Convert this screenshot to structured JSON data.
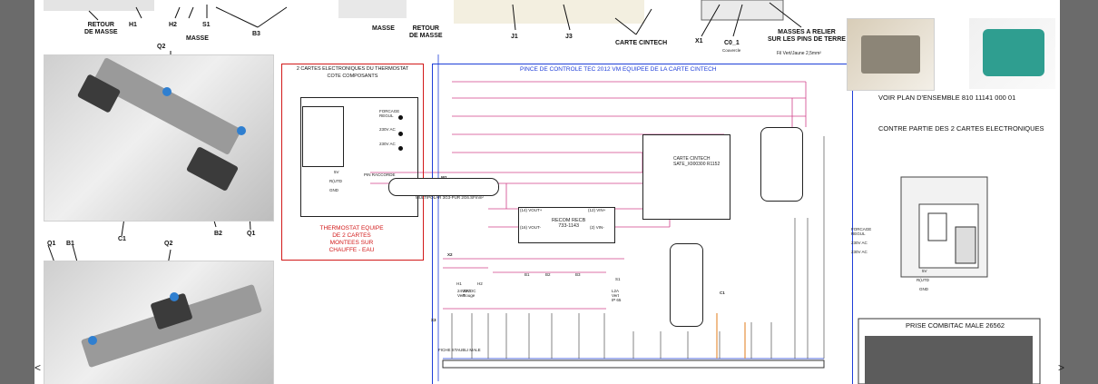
{
  "nav": {
    "prev_symbol": "<",
    "next_symbol": ">"
  },
  "top_labels": {
    "retour_masse_left": "RETOUR\nDE MASSE",
    "h1": "H1",
    "h2": "H2",
    "s1": "S1",
    "masse_left": "MASSE",
    "b3": "B3",
    "masse_mid": "MASSE",
    "retour_masse_mid": "RETOUR\nDE MASSE",
    "j1": "J1",
    "j3": "J3",
    "carte_cintech": "CARTE CINTECH",
    "x1": "X1",
    "c0_1": "C0_1",
    "couvercle": "Couvercle",
    "masses_relier": "MASSES A RELIER\nSUR LES PINS DE TERRE",
    "fil_vert": "Fil Vert/Jaune 2,5mm²"
  },
  "photo_labels": {
    "q2_top": "Q2",
    "b2": "B2",
    "q1_right": "Q1",
    "q1_left": "Q1",
    "b1": "B1",
    "c1": "C1",
    "q2_bottom": "Q2"
  },
  "thermostat": {
    "title": "2 CARTES ELECTRONIQUES DU THERMOSTAT\nCOTE COMPOSANTS",
    "forcage": "FORCAGE\nREGUL",
    "v230_1": "230V AC",
    "v230_2": "230V AC",
    "v5": "5V",
    "rutd": "R(UTD",
    "gnd": "GND",
    "caption": "THERMOSTAT EQUIPE\nDE 2 CARTES\nMONTEES SUR\nCHAUFFE - EAU"
  },
  "schematic": {
    "title": "PINCE DE CONTROLE TEC 2012 VM EQUIPEE DE LA CARTE CINTECH",
    "carte_label": "CARTE CINTECH\nSATE_X000300 R1152",
    "recom": "RECOM RECB\n733-1143",
    "multipolar": "MULTIPOLAR 3G3-PUR 2G6.SFmm²",
    "plug": "FICHE STAUBLI MALE",
    "h1": "H1",
    "h1_desc": "24VDC\nVert",
    "h2": "H2",
    "h2_desc": "24VDC\nRouge",
    "s1": "S1",
    "lamp": "L2A\nVert\nIP 65",
    "c1": "C1",
    "x2": "X2",
    "x3": "X3",
    "w1": "W1",
    "b1": "B1",
    "b2": "B2",
    "b3": "B3",
    "pin_raccorde": "PIN RACCORDE",
    "volt1": "(14) VOUT+",
    "volt2": "(12) VIN+",
    "volt3": "(16) VOUT-",
    "volt4": "(2) VIN-"
  },
  "right_panel": {
    "voir_plan": "VOIR PLAN D'ENSEMBLE 810 11141 000 01",
    "contre_partie": "CONTRE PARTIE DES 2 CARTES ELECTRONIQUES",
    "forcage": "FORCAGE\nREGUL",
    "v230_1": "230V AC",
    "v230_2": "230V AC",
    "v5": "5V",
    "rutd": "R(UTD",
    "gnd": "GND",
    "prise": "PRISE COMBITAC MALE 26562"
  }
}
